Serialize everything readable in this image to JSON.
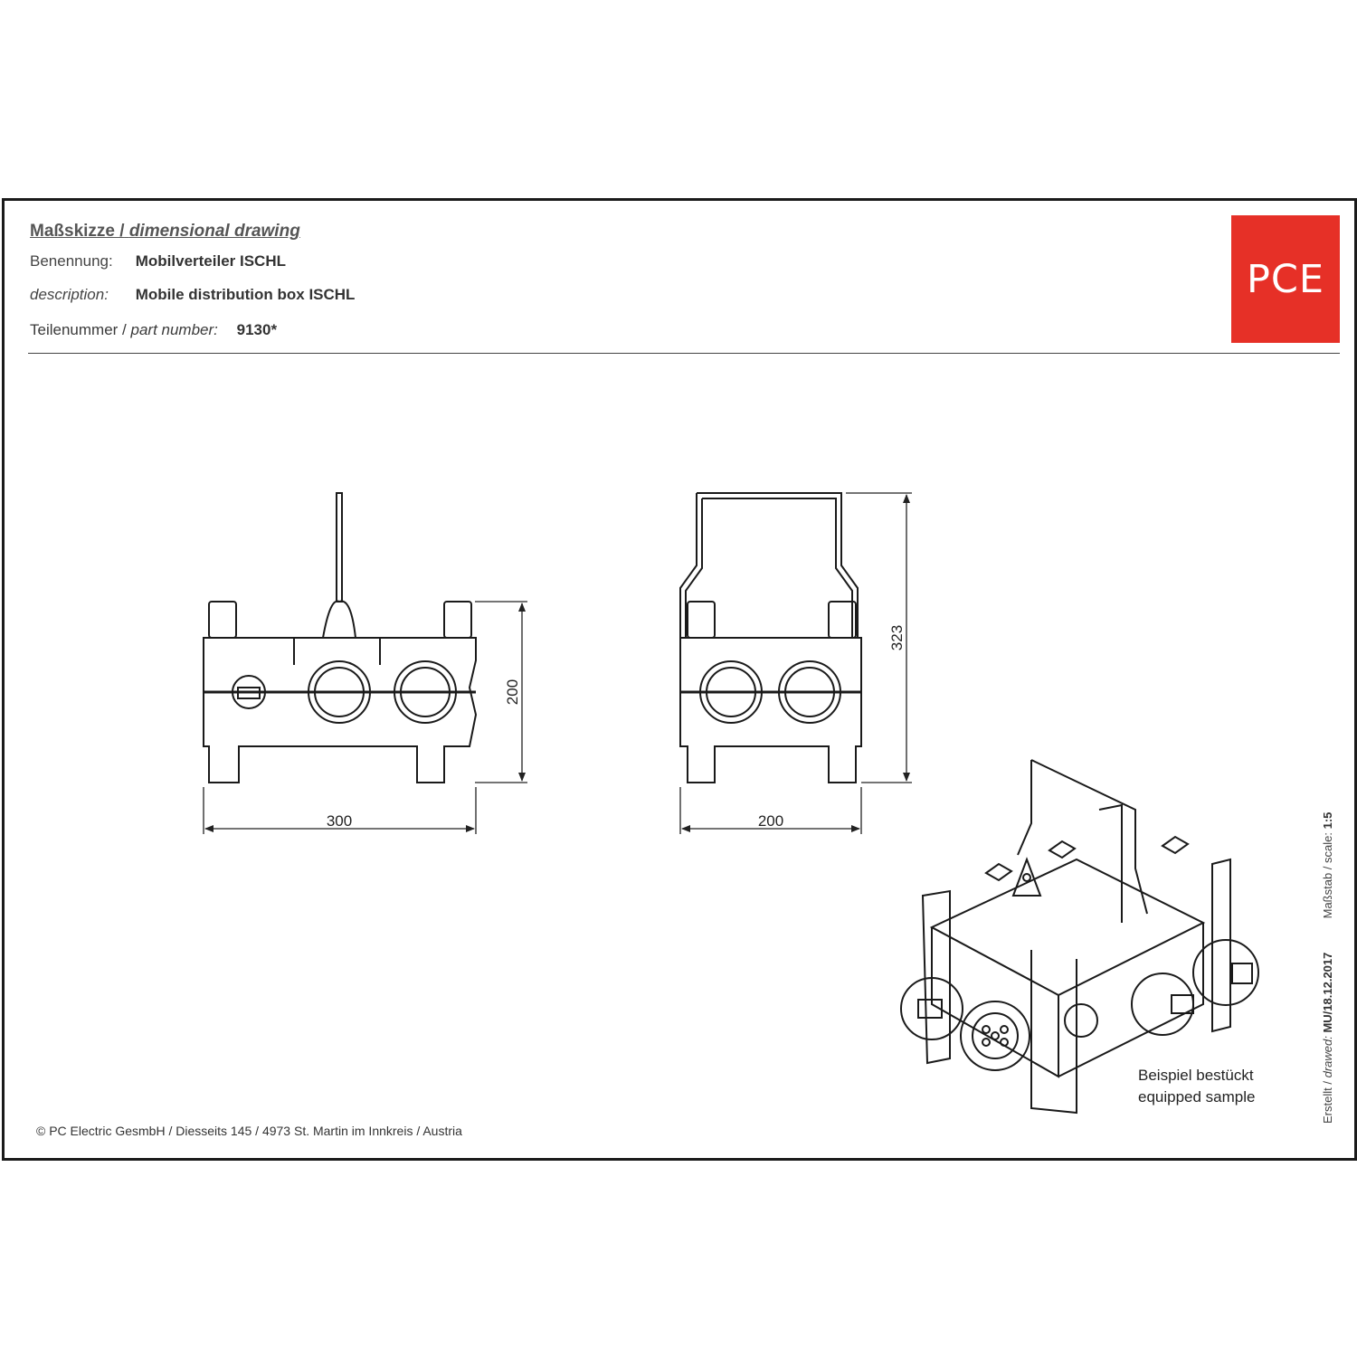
{
  "header": {
    "title_de": "Maßskizze /",
    "title_en": "dimensional drawing",
    "name_label": "Benennung:",
    "name_value": "Mobilverteiler ISCHL",
    "desc_label": "description:",
    "desc_value": "Mobile distribution box ISCHL",
    "part_label_de": "Teilenummer /",
    "part_label_en": "part number:",
    "part_value": "9130*"
  },
  "logo": {
    "text": "PCE",
    "color": "#e63027"
  },
  "dimensions": {
    "front_width": "300",
    "front_height": "200",
    "side_width": "200",
    "side_height": "323"
  },
  "sample": {
    "line1": "Beispiel bestückt",
    "line2": "equipped sample"
  },
  "footer": {
    "copyright": "© PC Electric GesmbH / Diesseits 145 / 4973 St. Martin im Innkreis / Austria",
    "created_label": "Erstellt /",
    "created_label_en": "drawed:",
    "created_value": "MU/18.12.2017",
    "scale_label": "Maßstab / scale:",
    "scale_value": "1:5"
  }
}
